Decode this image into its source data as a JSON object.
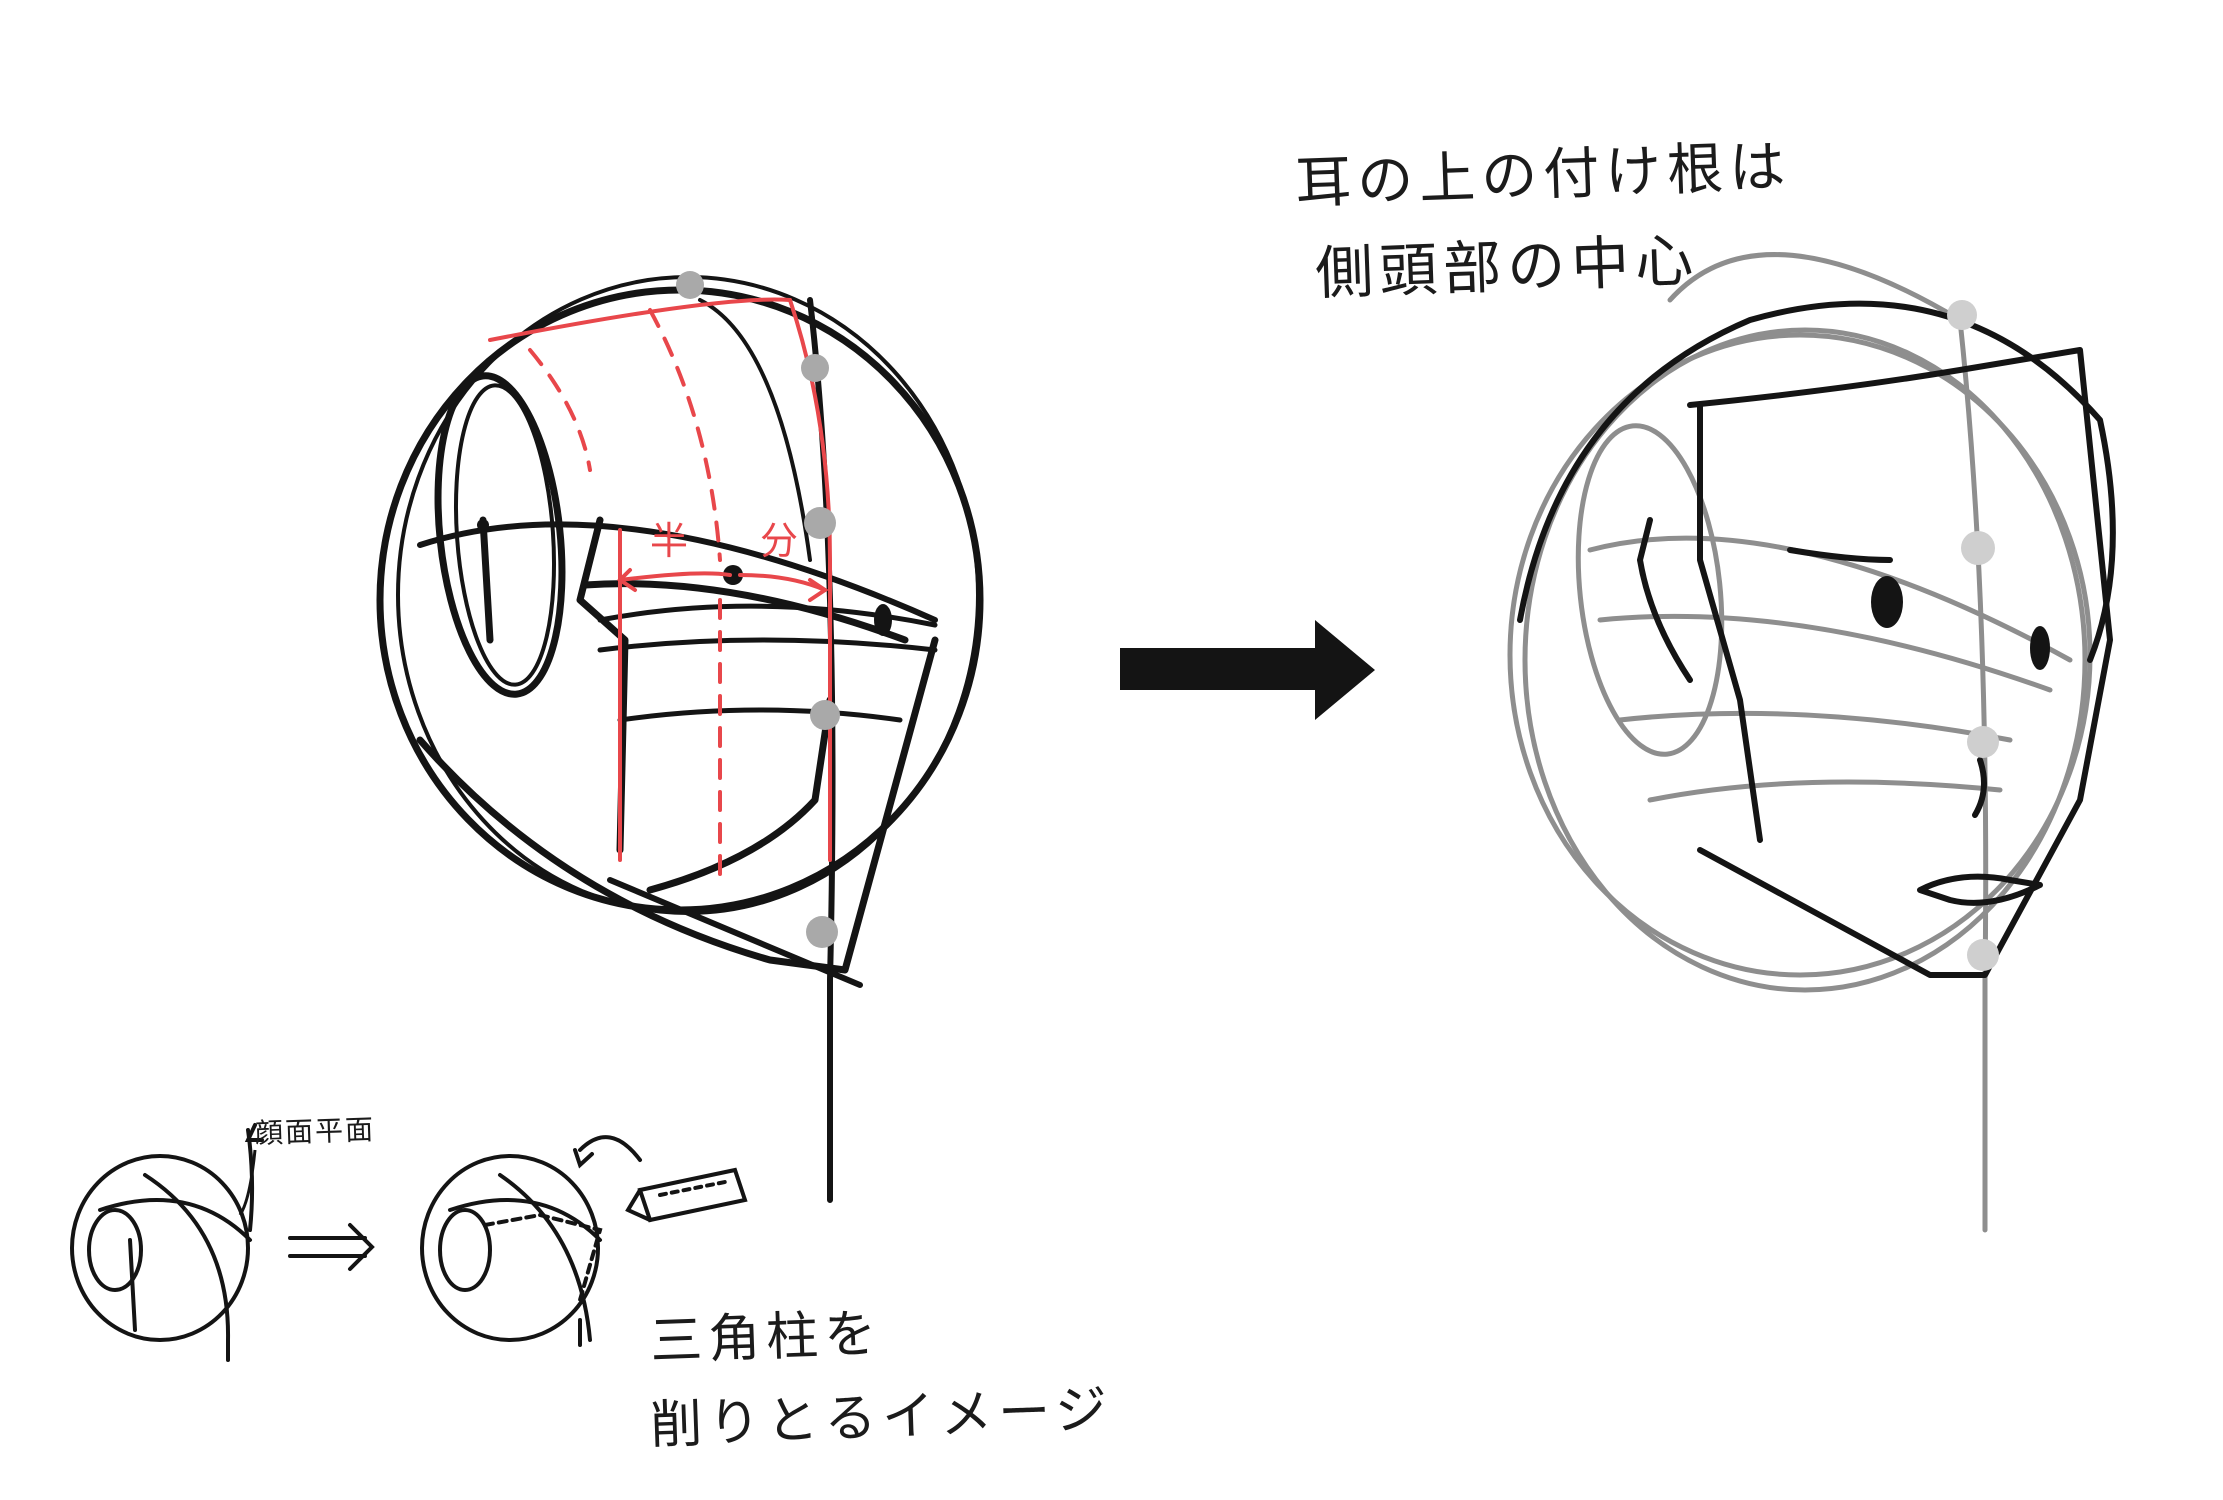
{
  "colors": {
    "ink": "#141414",
    "construction_red": "#e8474b",
    "gray": "#8e8e8e",
    "gray_dot": "#a9a9a9"
  },
  "annotations": {
    "ear_note_line1": "耳の上の付け根は",
    "ear_note_line2": "側頭部の中心",
    "half_left": "半",
    "half_right": "分",
    "face_plane": "顔面平面",
    "prism_line1": "三角柱を",
    "prism_line2": "削りとるイメージ"
  },
  "arrows": {
    "main": "right-arrow-icon",
    "small": "double-right-arrow-icon",
    "rotate": "rotate-arrow-icon"
  }
}
